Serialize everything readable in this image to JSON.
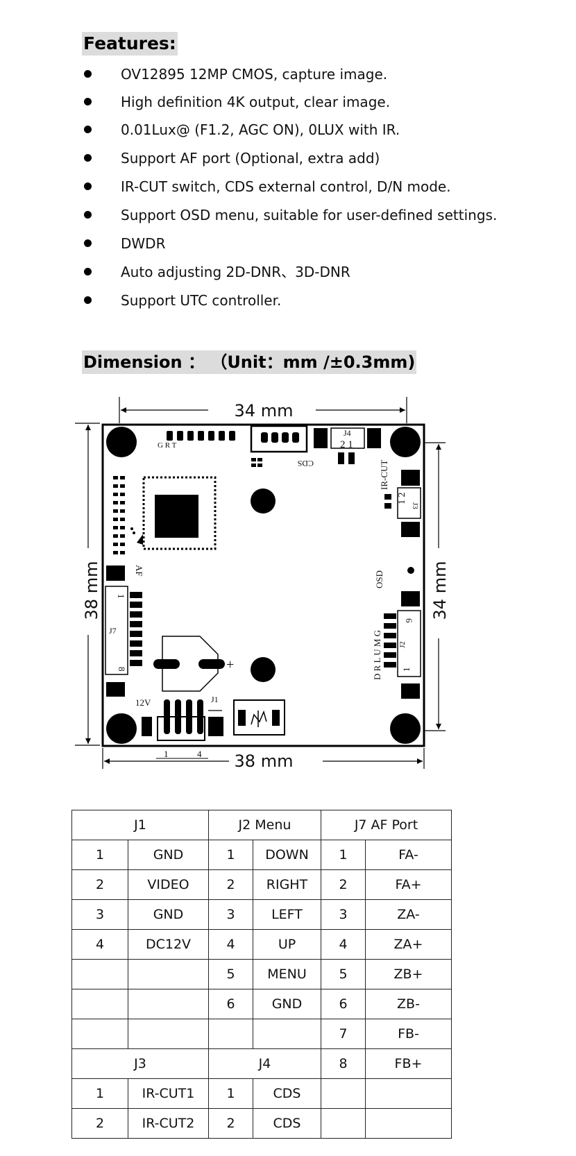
{
  "features": {
    "heading": "Features:",
    "items": [
      "OV12895 12MP CMOS, capture image.",
      "High definition 4K output, clear image.",
      "0.01Lux@ (F1.2, AGC ON), 0LUX with IR.",
      "Support AF port (Optional, extra add)",
      "IR-CUT switch, CDS external control, D/N mode.",
      "Support OSD menu, suitable for user-defined settings.",
      "DWDR",
      "Auto adjusting 2D-DNR、3D-DNR",
      "Support UTC controller."
    ]
  },
  "dimension": {
    "heading": "Dimension ： （Unit：mm /±0.3mm)",
    "top_width": "34 mm",
    "bottom_width": "38 mm",
    "left_height": "38 mm",
    "right_height": "34 mm"
  },
  "board": {
    "grt": "G R T",
    "j4": "J4",
    "j4_pins": "2 1",
    "cds": "CDS",
    "ircut": "IR-CUT",
    "j3": "J3",
    "j3_pins": "1 2",
    "af": "AF",
    "j7": "J7",
    "j7_pin1": "1",
    "j7_pin8": "8",
    "osd": "OSD",
    "drlumg": "D R L U M G",
    "j2": "J2",
    "j2_pin6": "6",
    "j2_pin1": "1",
    "v12": "12V",
    "j1": "J1",
    "j1_pin1": "1",
    "j1_pin4": "4",
    "plus": "+"
  },
  "table": {
    "headers": {
      "j1": "J1",
      "j2": "J2   Menu",
      "j7": "J7 AF Port",
      "j3": "J3",
      "j4": "J4"
    },
    "rows": [
      [
        "1",
        "GND",
        "1",
        "DOWN",
        "1",
        "FA-"
      ],
      [
        "2",
        "VIDEO",
        "2",
        "RIGHT",
        "2",
        "FA+"
      ],
      [
        "3",
        "GND",
        "3",
        "LEFT",
        "3",
        "ZA-"
      ],
      [
        "4",
        "DC12V",
        "4",
        "UP",
        "4",
        "ZA+"
      ],
      [
        "",
        "",
        "5",
        "MENU",
        "5",
        "ZB+"
      ],
      [
        "",
        "",
        "6",
        "GND",
        "6",
        "ZB-"
      ],
      [
        "",
        "",
        "",
        "",
        "7",
        "FB-"
      ],
      [
        "",
        "",
        "",
        "",
        "8",
        "FB+"
      ],
      [
        "1",
        "IR-CUT1",
        "1",
        "CDS",
        "",
        ""
      ],
      [
        "2",
        "IR-CUT2",
        "2",
        "CDS",
        "",
        ""
      ]
    ]
  }
}
